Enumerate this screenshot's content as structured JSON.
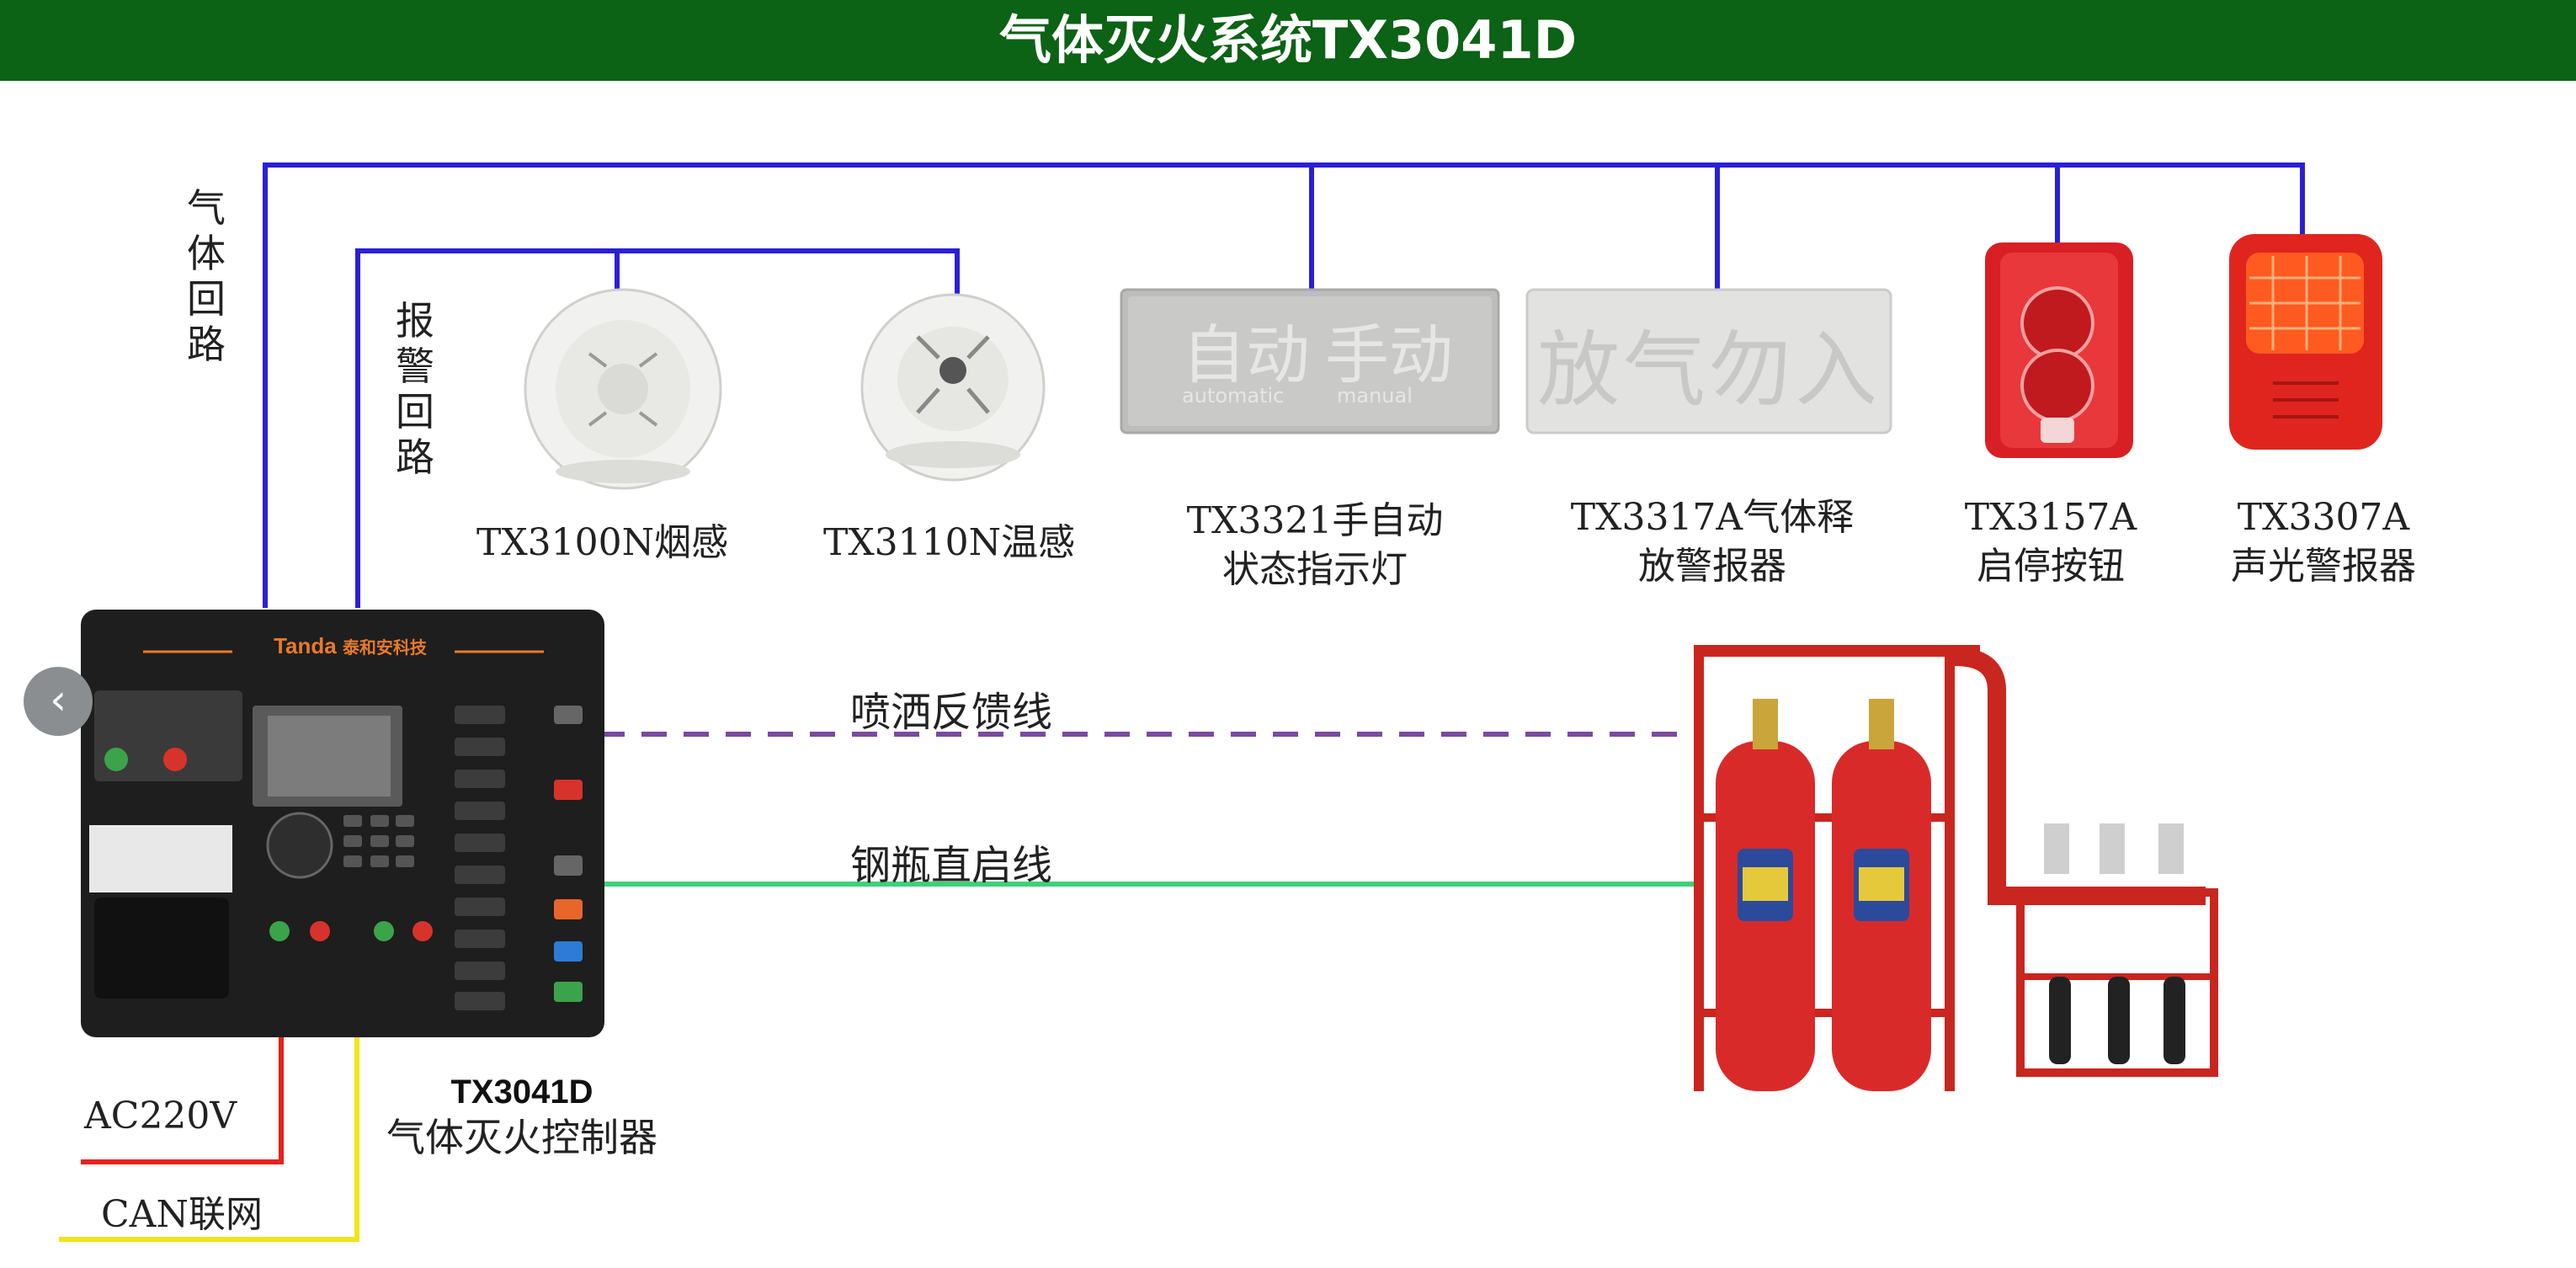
{
  "header": {
    "title": "气体灭火系统TX3041D"
  },
  "loops": {
    "gas": "气体回路",
    "alarm": "报警回路"
  },
  "devices": [
    {
      "model": "TX3100N烟感",
      "line2": ""
    },
    {
      "model": "TX3110N温感",
      "line2": ""
    },
    {
      "model": "TX3321手自动",
      "line2": "状态指示灯"
    },
    {
      "model": "TX3317A气体释",
      "line2": "放警报器"
    },
    {
      "model": "TX3157A",
      "line2": "启停按钮"
    },
    {
      "model": "TX3307A",
      "line2": "声光警报器"
    }
  ],
  "indicator_panel": {
    "auto": "自动",
    "manual": "手动",
    "auto_en": "automatic",
    "manual_en": "manual"
  },
  "no_entry_sign": {
    "text": "放气勿入"
  },
  "links": {
    "spray_feedback": "喷洒反馈线",
    "cylinder_start": "钢瓶直启线"
  },
  "controller": {
    "brand": "Tanda",
    "brand_cn": "泰和安科技",
    "model": "TX3041D",
    "name": "气体灭火控制器"
  },
  "power": {
    "ac": "AC220V",
    "can": "CAN联网"
  },
  "carousel": {
    "prev_icon": "‹"
  },
  "colors": {
    "header_bg": "#0c6215",
    "loop_wire": "#2b1fd6",
    "feedback_line": "#7a4aa0",
    "start_line": "#3fd07a",
    "ac_wire": "#e8221c",
    "can_wire": "#f2e31a",
    "cylinder_red": "#d92a2a"
  }
}
